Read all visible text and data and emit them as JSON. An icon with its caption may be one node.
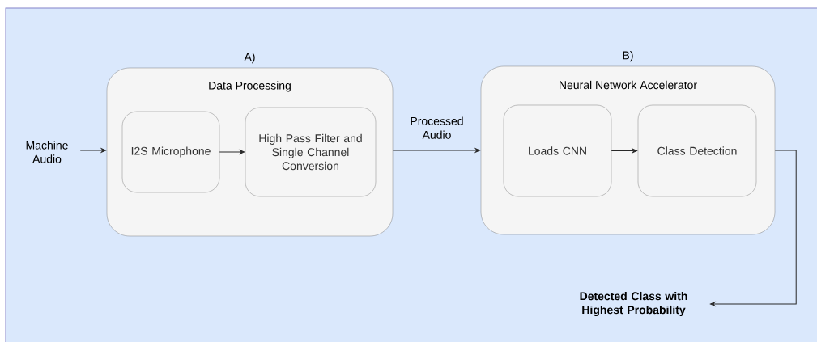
{
  "diagram": {
    "nodes": [
      {
        "text": [],
        "shape": "box"
      },
      {
        "text": [
          "Data Processing"
        ],
        "beside": [
          "A)"
        ],
        "in": 0
      },
      {
        "text": [
          "I2S Microphone"
        ],
        "in": 1
      },
      {
        "text": [
          "High Pass Filter and Single Channel Conversion"
        ],
        "in": 1
      },
      {
        "text": [
          "Neural Network Accelerator"
        ],
        "beside": [
          "B)"
        ],
        "in": 0
      },
      {
        "text": [
          "Loads CNN"
        ],
        "in": 4
      },
      {
        "text": [
          "Class Detection"
        ],
        "in": 4
      },
      {
        "text": [
          "Machine Audio"
        ],
        "in": 0
      },
      {
        "text": [
          "Detected Class with Highest Probability"
        ],
        "in": 0
      }
    ],
    "edges": [
      {
        "from": 7,
        "to": 1,
        "arrow": "to"
      },
      {
        "from": 2,
        "to": 3,
        "arrow": "to"
      },
      {
        "from": 1,
        "to": 4,
        "arrow": "to",
        "label": "Processed Audio"
      },
      {
        "from": 5,
        "to": 6,
        "arrow": "to"
      },
      {
        "from": 4,
        "to": 8,
        "arrow": "to"
      }
    ]
  }
}
